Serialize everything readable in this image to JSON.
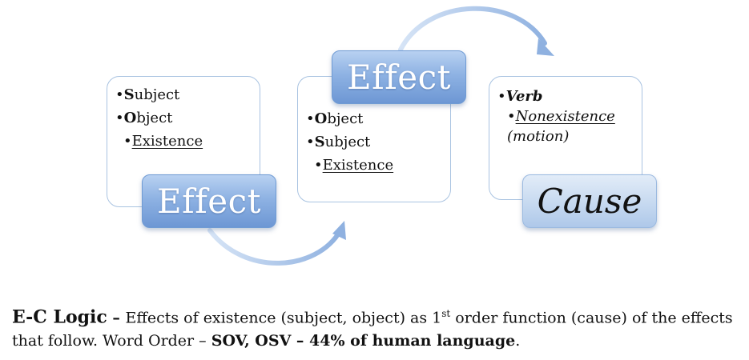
{
  "cards": [
    {
      "items": [
        "•",
        "S",
        "ubject",
        "•",
        "O",
        "bject",
        "•",
        "Existence"
      ]
    },
    {
      "tag": "Effect",
      "items": [
        "•",
        "O",
        "bject",
        "•",
        "S",
        "ubject",
        "•",
        "Existence"
      ]
    },
    {
      "verb": "Verb",
      "bullet": "•",
      "nonexistence": "Nonexistence",
      "motion": "(motion)",
      "tag": "Cause"
    }
  ],
  "first_tag": "Effect",
  "caption": {
    "lead": "E-C Logic",
    "dash": " – ",
    "text1": "Effects of existence (subject, object) as 1",
    "sup": "st",
    "text2": " order function (cause) of the effects that follow. Word Order – ",
    "bold": "SOV, OSV – 44% of human language",
    "end": "."
  },
  "colors": {
    "arrow": "#8fb1e0",
    "border": "#a9c3e1",
    "tag": "#7aa1d9"
  }
}
